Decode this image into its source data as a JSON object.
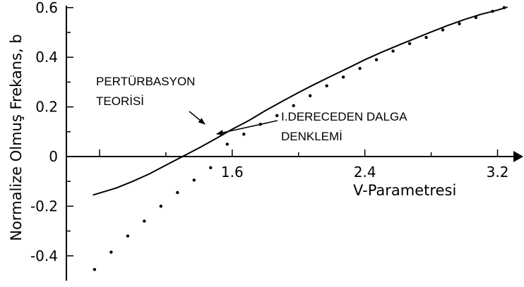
{
  "chart_data": {
    "type": "line",
    "xlabel": "V-Parametresi",
    "ylabel": "Normalize Olmuş Frekans, b",
    "xlim": [
      0.6,
      3.3
    ],
    "ylim": [
      -0.48,
      0.62
    ],
    "x_ticks": [
      "1.6",
      "2.4",
      "3.2"
    ],
    "x_tick_values": [
      1.6,
      2.4,
      3.2
    ],
    "y_ticks": [
      "0.6",
      "0.4",
      "0.2",
      "0",
      "-0.2",
      "-0.4"
    ],
    "y_tick_values": [
      0.6,
      0.4,
      0.2,
      0,
      -0.2,
      -0.4
    ],
    "grid": false,
    "series": [
      {
        "style": "solid",
        "x": [
          0.76,
          0.9,
          1.0,
          1.1,
          1.2,
          1.3,
          1.4,
          1.5,
          1.6,
          1.7,
          1.8,
          1.9,
          2.0,
          2.1,
          2.2,
          2.3,
          2.4,
          2.5,
          2.6,
          2.7,
          2.8,
          2.9,
          3.0,
          3.1,
          3.2,
          3.26
        ],
        "values": [
          -0.155,
          -0.127,
          -0.1,
          -0.07,
          -0.035,
          0.0,
          0.035,
          0.072,
          0.11,
          0.145,
          0.185,
          0.222,
          0.258,
          0.292,
          0.325,
          0.357,
          0.39,
          0.42,
          0.448,
          0.475,
          0.502,
          0.528,
          0.552,
          0.573,
          0.59,
          0.602
        ]
      },
      {
        "style": "dotted",
        "x": [
          0.77,
          0.87,
          0.97,
          1.07,
          1.17,
          1.27,
          1.37,
          1.47,
          1.57,
          1.67,
          1.77,
          1.87,
          1.97,
          2.07,
          2.17,
          2.27,
          2.37,
          2.47,
          2.57,
          2.67,
          2.77,
          2.87,
          2.97,
          3.07,
          3.17,
          3.24
        ],
        "values": [
          -0.455,
          -0.385,
          -0.32,
          -0.26,
          -0.2,
          -0.145,
          -0.095,
          -0.045,
          0.05,
          0.09,
          0.13,
          0.165,
          0.205,
          0.245,
          0.285,
          0.32,
          0.355,
          0.39,
          0.425,
          0.455,
          0.48,
          0.51,
          0.535,
          0.56,
          0.585,
          0.6
        ]
      }
    ],
    "annotations": [
      {
        "lines": [
          "PERTÜRBASYON",
          "TEORİSİ"
        ],
        "points_to": "solid"
      },
      {
        "lines": [
          "I.DERECEDEN DALGA",
          "DENKLEMİ"
        ],
        "points_to": "dotted"
      }
    ]
  }
}
